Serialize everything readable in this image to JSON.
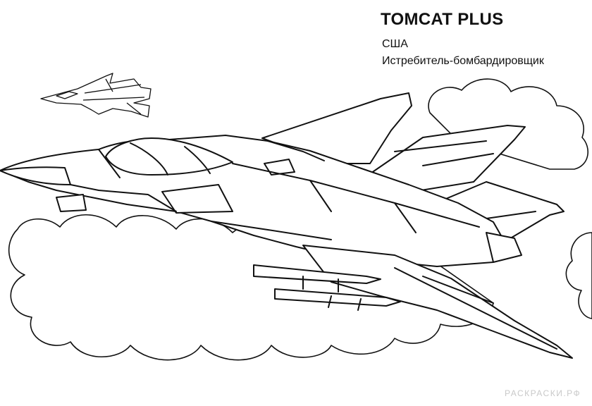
{
  "caption": {
    "title": "TOMCAT PLUS",
    "country": "США",
    "aircraft_type": "Истребитель-бомбардировщик"
  },
  "watermark": "РАСКРАСКИ.РФ",
  "colors": {
    "line": "#111111",
    "paper": "#ffffff",
    "watermark": "#c9c9c9"
  }
}
